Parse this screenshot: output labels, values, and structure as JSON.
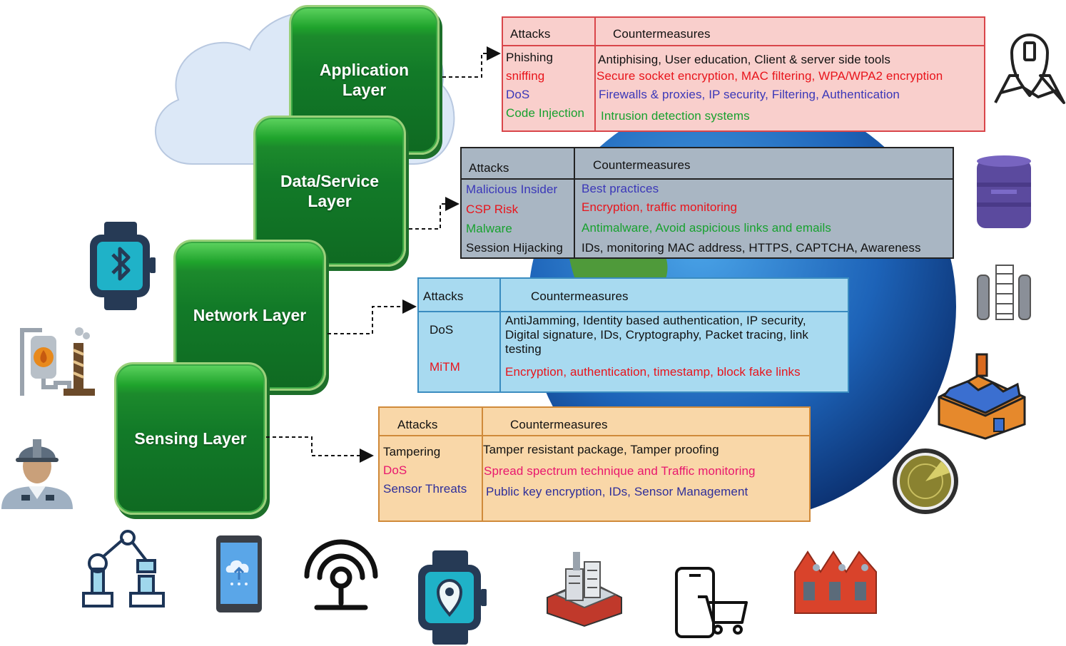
{
  "layers": {
    "application": "Application Layer",
    "data_service": "Data/Service Layer",
    "network": "Network Layer",
    "sensing": "Sensing Layer"
  },
  "tables": {
    "application": {
      "attacks_header": "Attacks",
      "counter_header": "Countermeasures",
      "rows": [
        {
          "attack": "Phishing",
          "counter": "Antiphising, User education, Client & server side tools"
        },
        {
          "attack": "sniffing",
          "counter": "Secure socket encryption, MAC filtering, WPA/WPA2 encryption"
        },
        {
          "attack": "DoS",
          "counter": "Firewalls & proxies, IP security, Filtering, Authentication"
        },
        {
          "attack": "Code Injection",
          "counter": "Intrusion detection systems"
        }
      ]
    },
    "data_service": {
      "attacks_header": "Attacks",
      "counter_header": "Countermeasures",
      "rows": [
        {
          "attack": "Malicious Insider",
          "counter": "Best practices"
        },
        {
          "attack": "CSP Risk",
          "counter": "Encryption, traffic monitoring"
        },
        {
          "attack": "Malware",
          "counter": "Antimalware, Avoid aspicious links and emails"
        },
        {
          "attack": "Session Hijacking",
          "counter": "IDs, monitoring MAC address, HTTPS, CAPTCHA, Awareness"
        }
      ]
    },
    "network": {
      "attacks_header": "Attacks",
      "counter_header": "Countermeasures",
      "rows": [
        {
          "attack": "DoS",
          "counter_lines": [
            "AntiJamming, Identity based authentication, IP security,",
            "Digital signature, IDs, Cryptography, Packet tracing, link",
            "testing"
          ]
        },
        {
          "attack": "MiTM",
          "counter": "Encryption, authentication, timestamp, block fake links"
        }
      ]
    },
    "sensing": {
      "attacks_header": "Attacks",
      "counter_header": "Countermeasures",
      "rows": [
        {
          "attack": "Tampering",
          "counter": "Tamper resistant package, Tamper proofing"
        },
        {
          "attack": "DoS",
          "counter": "Spread spectrum technique and Traffic monitoring"
        },
        {
          "attack": "Sensor Threats",
          "counter": "Public key encryption, IDs, Sensor Management"
        }
      ]
    }
  },
  "colors": {
    "app_table_bg": "#f9cfcc",
    "data_table_bg": "#a9b6c3",
    "network_table_bg": "#a8daf0",
    "sensing_table_bg": "#f9d7a8",
    "layer_green": "#127a28"
  },
  "icons": [
    "cloud-icon",
    "globe-icon",
    "map-pin-icon",
    "oil-barrel-icon",
    "gas-cylinders-icon",
    "factory-3d-icon",
    "radar-icon",
    "smartwatch-bluetooth-icon",
    "oil-refinery-icon",
    "worker-icon",
    "robot-arm-icon",
    "smartphone-cloud-icon",
    "antenna-icon",
    "smartwatch-location-icon",
    "industrial-plant-icon",
    "mobile-shopping-icon",
    "red-factory-icon"
  ]
}
